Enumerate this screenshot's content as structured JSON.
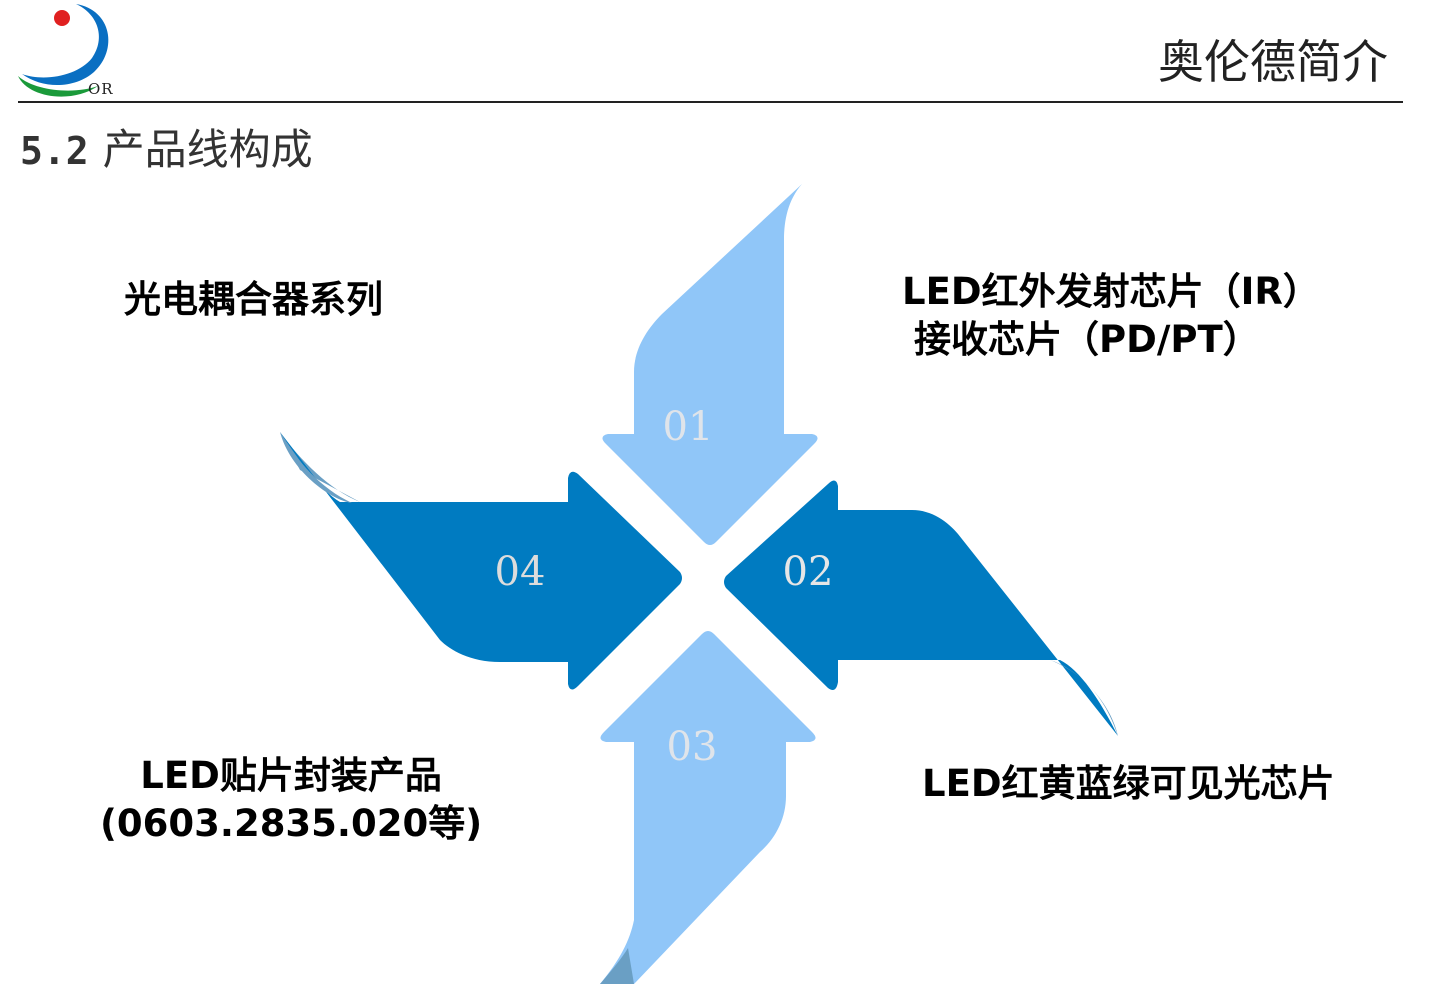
{
  "header": {
    "logo_text": "OR",
    "title": "奥伦德简介"
  },
  "section": {
    "number": "5.2",
    "title": "产品线构成"
  },
  "arrows": [
    {
      "id": "01",
      "label": "01",
      "color": "#90c6f8"
    },
    {
      "id": "02",
      "label": "02",
      "color": "#007bc1"
    },
    {
      "id": "03",
      "label": "03",
      "color": "#90c6f8"
    },
    {
      "id": "04",
      "label": "04",
      "color": "#007bc1"
    }
  ],
  "products": {
    "top_left": {
      "line1": "光电耦合器系列"
    },
    "top_right": {
      "line1": "LED红外发射芯片（IR）",
      "line2": "接收芯片（PD/PT）"
    },
    "bottom_left": {
      "line1": "LED贴片封装产品",
      "line2": "(0603.2835.020等)"
    },
    "bottom_right": {
      "line1": "LED红黄蓝绿可见光芯片"
    }
  },
  "colors": {
    "light_blue": "#90c6f8",
    "dark_blue": "#007bc1",
    "fold_shadow": "#6a9fc4",
    "logo_blue": "#0a6fc2",
    "logo_green": "#1a9a3a",
    "logo_red": "#e02020"
  }
}
